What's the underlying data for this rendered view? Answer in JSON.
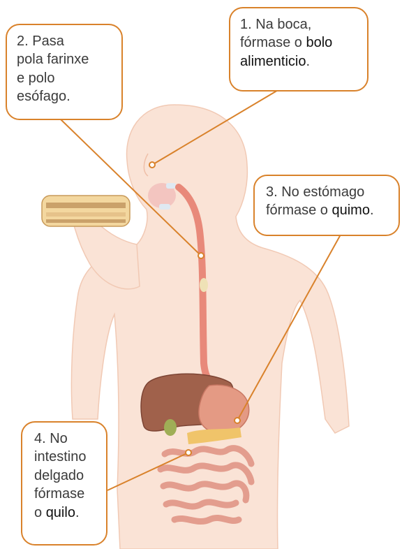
{
  "callouts": {
    "mouth": {
      "line1": "1. Na boca,",
      "line2a": "fórmase o ",
      "line2b": "bolo",
      "line3a": "alimenticio",
      "line3b": "."
    },
    "pharynx": {
      "line1": "2. Pasa",
      "line2": "pola farinxe",
      "line3": "e polo",
      "line4": "esófago."
    },
    "stomach": {
      "line1": "3. No estómago",
      "line2a": "fórmase o ",
      "line2b": "quimo",
      "line2c": "."
    },
    "intestine": {
      "line1": "4. No",
      "line2": "intestino",
      "line3": "delgado",
      "line4": "fórmase",
      "line5a": "o ",
      "line5b": "quilo",
      "line5c": "."
    }
  },
  "colors": {
    "callout_border": "#d9822b",
    "leader_line": "#d9822b",
    "body_silhouette": "#f8dccb",
    "esophagus": "#e8897a",
    "liver": "#9a5a44",
    "intestine": "#e7a296"
  }
}
